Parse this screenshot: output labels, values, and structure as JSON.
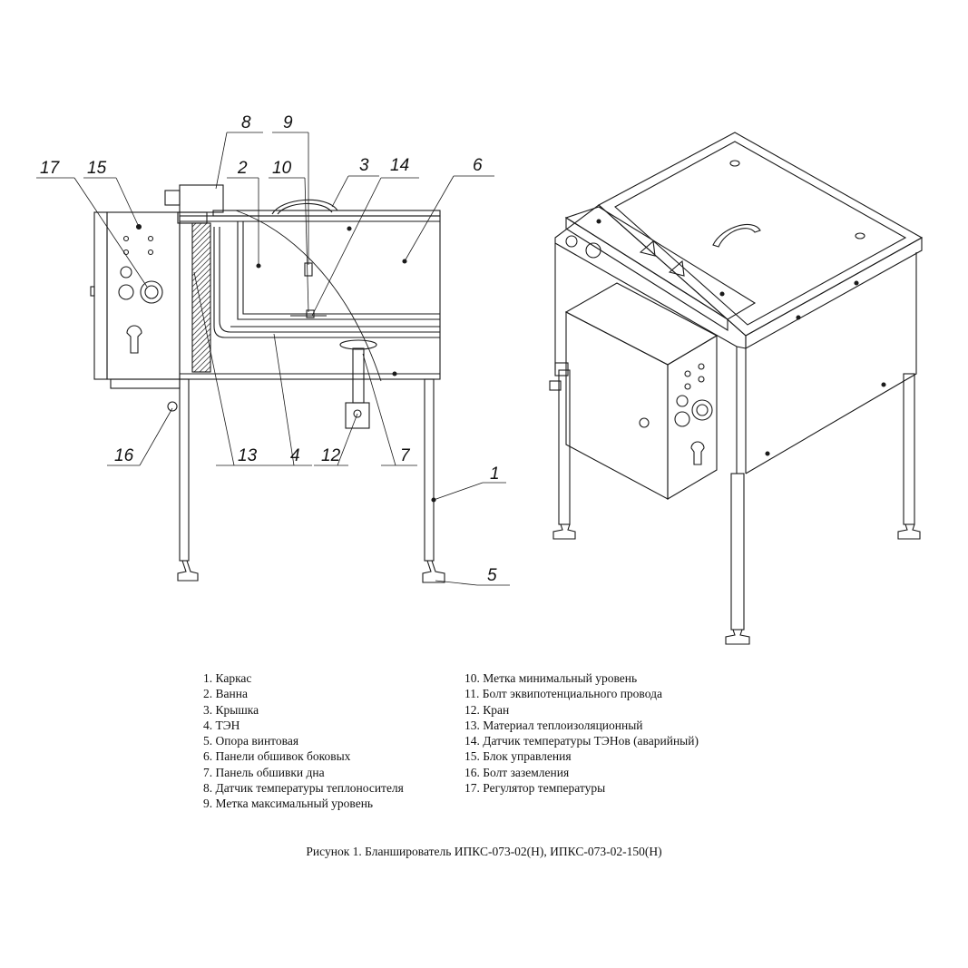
{
  "callouts": [
    {
      "id": "1",
      "label": "1"
    },
    {
      "id": "2",
      "label": "2"
    },
    {
      "id": "3",
      "label": "3"
    },
    {
      "id": "4",
      "label": "4"
    },
    {
      "id": "5",
      "label": "5"
    },
    {
      "id": "6",
      "label": "6"
    },
    {
      "id": "7",
      "label": "7"
    },
    {
      "id": "8",
      "label": "8"
    },
    {
      "id": "9",
      "label": "9"
    },
    {
      "id": "10",
      "label": "10"
    },
    {
      "id": "12",
      "label": "12"
    },
    {
      "id": "13",
      "label": "13"
    },
    {
      "id": "14",
      "label": "14"
    },
    {
      "id": "15",
      "label": "15"
    },
    {
      "id": "16",
      "label": "16"
    },
    {
      "id": "17",
      "label": "17"
    }
  ],
  "legend": {
    "left": [
      "1. Каркас",
      "2. Ванна",
      "3. Крышка",
      "4. ТЭН",
      "5. Опора винтовая",
      "6. Панели обшивок боковых",
      "7. Панель обшивки дна",
      "8. Датчик температуры теплоносителя",
      "9. Метка максимальный уровень"
    ],
    "right": [
      "10. Метка минимальный уровень",
      "11. Болт эквипотенциального провода",
      "12. Кран",
      "13. Материал теплоизоляционный",
      "14. Датчик температуры ТЭНов (аварийный)",
      "15. Блок управления",
      "16. Болт заземления",
      "17. Регулятор температуры"
    ]
  },
  "caption": "Рисунок 1. Бланширователь ИПКС-073-02(Н), ИПКС-073-02-150(Н)",
  "colors": {
    "line": "#1a1a1a",
    "background": "#ffffff",
    "hatch": "#444444"
  }
}
